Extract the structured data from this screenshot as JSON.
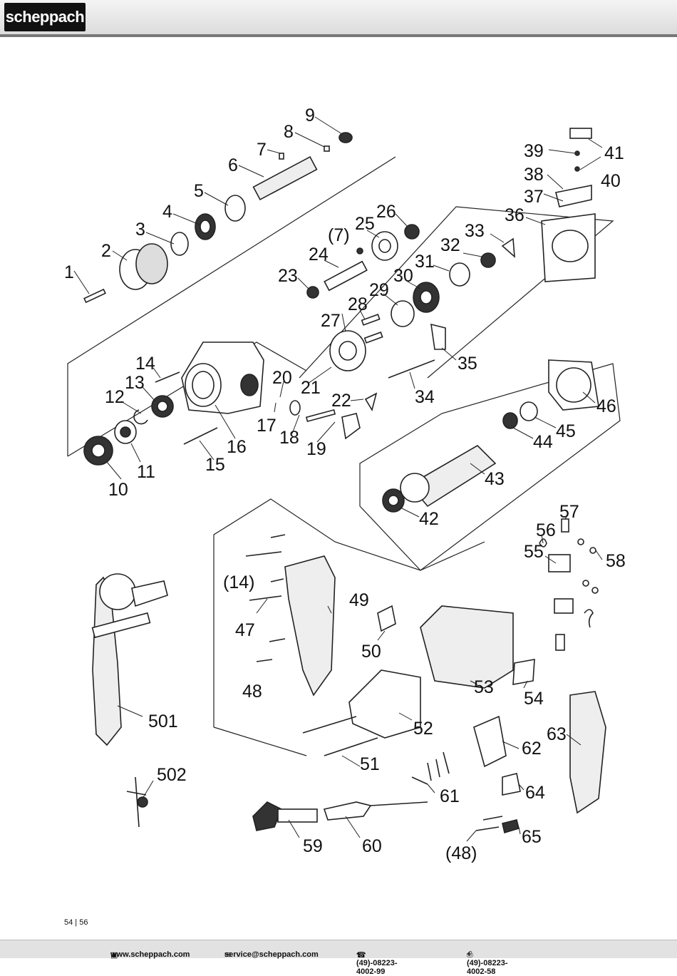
{
  "header": {
    "logo_text": "scheppach"
  },
  "diagram": {
    "labels": [
      {
        "id": "1",
        "text": "1"
      },
      {
        "id": "2",
        "text": "2"
      },
      {
        "id": "3",
        "text": "3"
      },
      {
        "id": "4",
        "text": "4"
      },
      {
        "id": "5",
        "text": "5"
      },
      {
        "id": "6",
        "text": "6"
      },
      {
        "id": "7",
        "text": "7"
      },
      {
        "id": "8",
        "text": "8"
      },
      {
        "id": "9",
        "text": "9"
      },
      {
        "id": "7b",
        "text": "(7)"
      },
      {
        "id": "10",
        "text": "10"
      },
      {
        "id": "11",
        "text": "11"
      },
      {
        "id": "12",
        "text": "12"
      },
      {
        "id": "13",
        "text": "13"
      },
      {
        "id": "14",
        "text": "14"
      },
      {
        "id": "15",
        "text": "15"
      },
      {
        "id": "16",
        "text": "16"
      },
      {
        "id": "17",
        "text": "17"
      },
      {
        "id": "18",
        "text": "18"
      },
      {
        "id": "19",
        "text": "19"
      },
      {
        "id": "20",
        "text": "20"
      },
      {
        "id": "21",
        "text": "21"
      },
      {
        "id": "22",
        "text": "22"
      },
      {
        "id": "23",
        "text": "23"
      },
      {
        "id": "24",
        "text": "24"
      },
      {
        "id": "25",
        "text": "25"
      },
      {
        "id": "26",
        "text": "26"
      },
      {
        "id": "27",
        "text": "27"
      },
      {
        "id": "28",
        "text": "28"
      },
      {
        "id": "29",
        "text": "29"
      },
      {
        "id": "30",
        "text": "30"
      },
      {
        "id": "31",
        "text": "31"
      },
      {
        "id": "32",
        "text": "32"
      },
      {
        "id": "33",
        "text": "33"
      },
      {
        "id": "34",
        "text": "34"
      },
      {
        "id": "35",
        "text": "35"
      },
      {
        "id": "36",
        "text": "36"
      },
      {
        "id": "37",
        "text": "37"
      },
      {
        "id": "38",
        "text": "38"
      },
      {
        "id": "39",
        "text": "39"
      },
      {
        "id": "40",
        "text": "40"
      },
      {
        "id": "41",
        "text": "41"
      },
      {
        "id": "42",
        "text": "42"
      },
      {
        "id": "43",
        "text": "43"
      },
      {
        "id": "44",
        "text": "44"
      },
      {
        "id": "45",
        "text": "45"
      },
      {
        "id": "46",
        "text": "46"
      },
      {
        "id": "47",
        "text": "47"
      },
      {
        "id": "14b",
        "text": "(14)"
      },
      {
        "id": "48",
        "text": "48"
      },
      {
        "id": "49",
        "text": "49"
      },
      {
        "id": "50",
        "text": "50"
      },
      {
        "id": "51",
        "text": "51"
      },
      {
        "id": "52",
        "text": "52"
      },
      {
        "id": "53",
        "text": "53"
      },
      {
        "id": "54",
        "text": "54"
      },
      {
        "id": "55",
        "text": "55"
      },
      {
        "id": "56",
        "text": "56"
      },
      {
        "id": "57",
        "text": "57"
      },
      {
        "id": "58",
        "text": "58"
      },
      {
        "id": "59",
        "text": "59"
      },
      {
        "id": "60",
        "text": "60"
      },
      {
        "id": "61",
        "text": "61"
      },
      {
        "id": "62",
        "text": "62"
      },
      {
        "id": "63",
        "text": "63"
      },
      {
        "id": "64",
        "text": "64"
      },
      {
        "id": "65",
        "text": "65"
      },
      {
        "id": "48b",
        "text": "(48)"
      },
      {
        "id": "501",
        "text": "501"
      },
      {
        "id": "502",
        "text": "502"
      }
    ]
  },
  "page_number": "54 | 56",
  "footer": {
    "website": "www.scheppach.com",
    "email": "service@scheppach.com",
    "phone": "+(49)-08223-4002-99",
    "fax": "+(49)-08223-4002-58"
  }
}
